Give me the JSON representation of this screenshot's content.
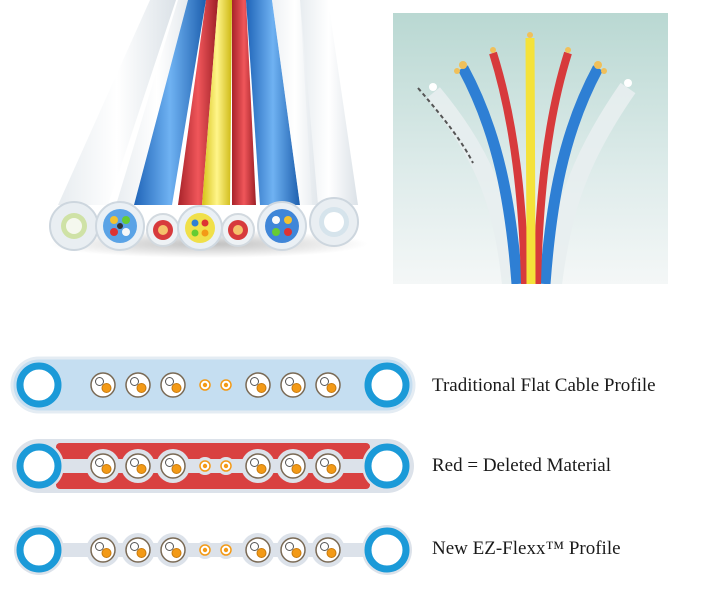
{
  "profiles": {
    "traditional": {
      "label": "Traditional Flat Cable Profile"
    },
    "deleted": {
      "label": "Red = Deleted Material"
    },
    "new": {
      "label": "New EZ-Flexx™ Profile"
    }
  },
  "colors": {
    "jacket_fill": "#c5def1",
    "jacket_edge": "#e4ecf3",
    "deleted_material": "#d94141",
    "web_fill": "#dce2ea",
    "tube_blue": "#1b9ad8",
    "conductor_orange": "#f39a17",
    "cable_yellow": "#f4e23a",
    "cable_red": "#d73a3c",
    "cable_blue": "#2e7fd4"
  }
}
